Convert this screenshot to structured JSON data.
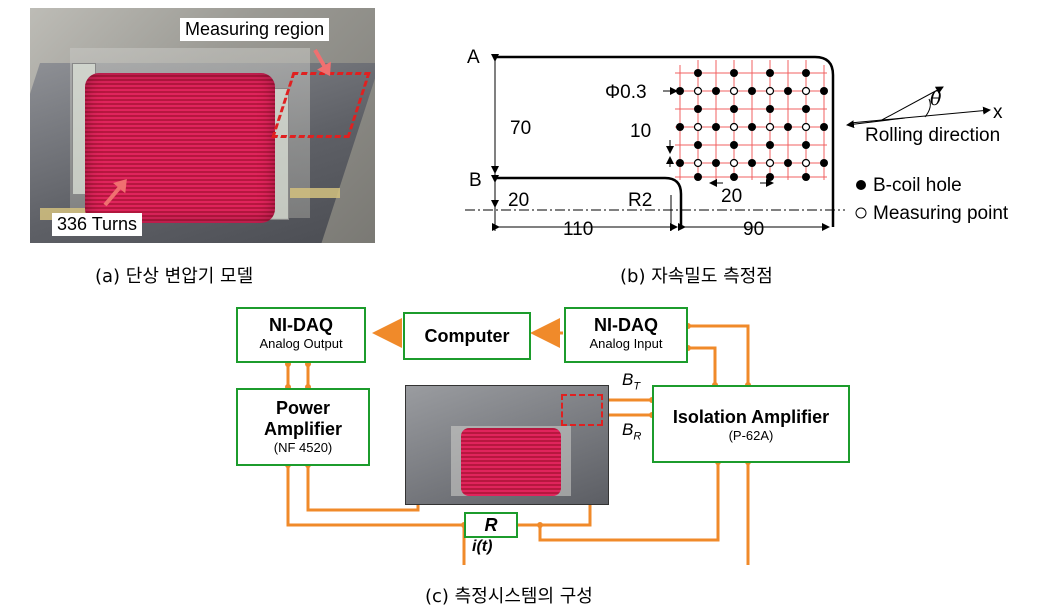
{
  "panel_a": {
    "label_measuring_region": "Measuring region",
    "label_turns": "336 Turns",
    "caption": "(a) 단상 변압기 모델"
  },
  "panel_b": {
    "point_a": "A",
    "point_b": "B",
    "dim_70": "70",
    "dim_20_left": "20",
    "dim_r2": "R2",
    "dim_110": "110",
    "dim_90": "90",
    "dim_phi": "Φ0.3",
    "dim_10": "10",
    "dim_20_grid": "20",
    "theta": "θ",
    "axis_x": "x",
    "rolling_direction": "Rolling direction",
    "legend_hole": "B-coil hole",
    "legend_point": "Measuring point",
    "caption": "(b) 자속밀도 측정점"
  },
  "panel_c": {
    "daq_out_title": "NI-DAQ",
    "daq_out_sub": "Analog Output",
    "computer": "Computer",
    "daq_in_title": "NI-DAQ",
    "daq_in_sub": "Analog Input",
    "power_amp_1": "Power",
    "power_amp_2": "Amplifier",
    "power_amp_model": "(NF 4520)",
    "iso_amp": "Isolation Amplifier",
    "iso_amp_model": "(P-62A)",
    "bt_symbol": "B",
    "bt_sub": "T",
    "br_symbol": "B",
    "br_sub": "R",
    "resistor": "R",
    "current": "i(t)",
    "caption": "(c) 측정시스템의 구성"
  },
  "colors": {
    "block_border": "#1c9c2c",
    "wire": "#f08a2a",
    "highlight": "#e02020",
    "grid": "#f06060"
  }
}
